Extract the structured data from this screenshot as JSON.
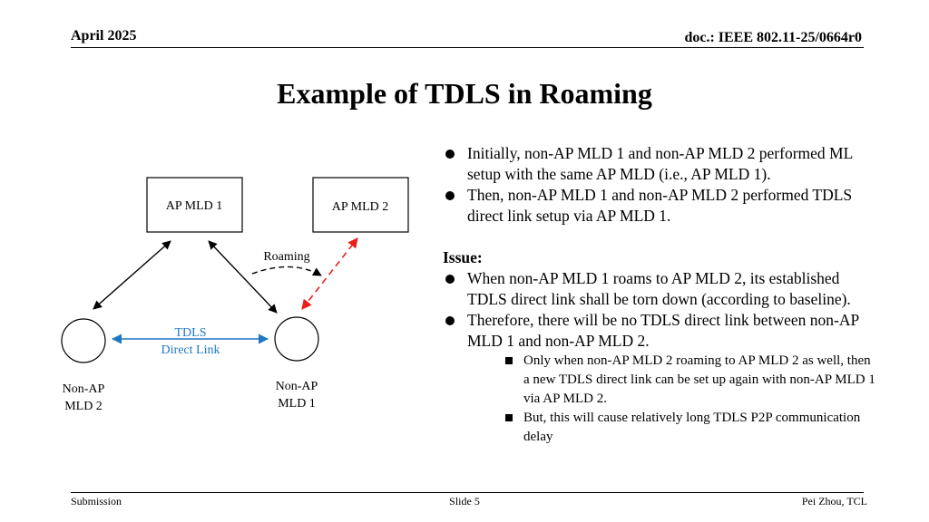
{
  "header": {
    "date": "April 2025",
    "doc_id": "doc.: IEEE 802.11-25/0664r0"
  },
  "title": "Example of TDLS in Roaming",
  "diagram": {
    "ap_mld_1": "AP MLD 1",
    "ap_mld_2": "AP MLD 2",
    "roaming_label": "Roaming",
    "tdls_label_line1": "TDLS",
    "tdls_label_line2": "Direct Link",
    "non_ap_mld_2_line1": "Non-AP",
    "non_ap_mld_2_line2": "MLD 2",
    "non_ap_mld_1_line1": "Non-AP",
    "non_ap_mld_1_line2": "MLD 1",
    "colors": {
      "tdls_link": "#1f77c4",
      "roam_link": "#e8201a",
      "text_blue": "#1f77c4"
    }
  },
  "bullets": {
    "b1": "Initially, non-AP MLD 1 and non-AP MLD 2 performed ML setup with the same AP MLD (i.e., AP MLD 1).",
    "b2": "Then, non-AP MLD 1 and non-AP MLD 2 performed TDLS direct link setup via AP MLD 1.",
    "issue_heading": "Issue:",
    "b3": "When non-AP MLD 1 roams to AP MLD 2, its established TDLS direct link shall be torn down (according to baseline).",
    "b4": "Therefore, there will be no TDLS direct link between non-AP MLD 1 and non-AP MLD 2.",
    "s1": "Only when non-AP MLD 2 roaming to AP MLD 2 as well, then a new TDLS direct link can be set up again with non-AP MLD 1 via AP MLD 2.",
    "s2": "But, this will cause relatively long TDLS P2P communication delay"
  },
  "footer": {
    "left": "Submission",
    "center": "Slide 5",
    "right": "Pei Zhou, TCL"
  }
}
